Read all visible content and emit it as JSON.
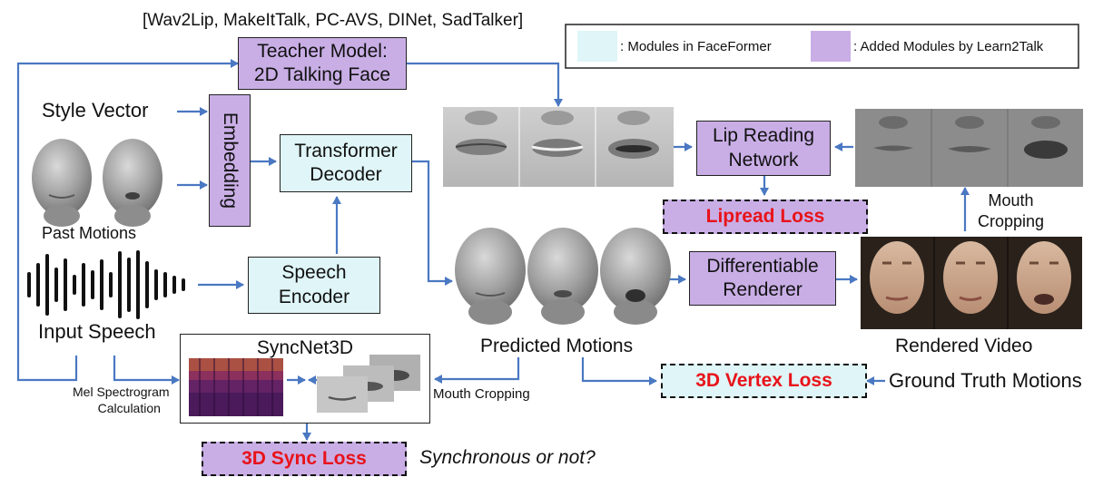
{
  "teacher_models": "[Wav2Lip, MakeItTalk, PC-AVS, DINet, SadTalker]",
  "teacher_box": {
    "line1": "Teacher Model:",
    "line2": "2D Talking Face"
  },
  "style_vector": "Style Vector",
  "embedding": "Embedding",
  "past_motions": "Past Motions",
  "transformer_box": {
    "line1": "Transformer",
    "line2": "Decoder"
  },
  "speech_encoder_box": {
    "line1": "Speech",
    "line2": "Encoder"
  },
  "input_speech": "Input Speech",
  "mel_label": {
    "line1": "Mel Spectrogram",
    "line2": "Calculation"
  },
  "syncnet_title": "SyncNet3D",
  "sync_loss": "3D Sync Loss",
  "sync_question": "Synchronous or not?",
  "predicted_motions": "Predicted Motions",
  "mouth_cropping_lower": "Mouth Cropping",
  "lip_reading_box": {
    "line1": "Lip Reading",
    "line2": "Network"
  },
  "lipread_loss": "Lipread Loss",
  "mouth_cropping_right": {
    "line1": "Mouth",
    "line2": "Cropping"
  },
  "renderer_box": {
    "line1": "Differentiable",
    "line2": "Renderer"
  },
  "rendered_video": "Rendered Video",
  "vertex_loss": "3D Vertex Loss",
  "ground_truth": "Ground Truth Motions",
  "legend": {
    "facefomer_label": ": Modules in FaceFormer",
    "learn2talk_label": ": Added Modules by Learn2Talk",
    "facefomer_color": "#dff5f7",
    "learn2talk_color": "#c9aee6"
  },
  "colors": {
    "arrow": "#4a78c2",
    "loss_text": "#e8131a"
  }
}
